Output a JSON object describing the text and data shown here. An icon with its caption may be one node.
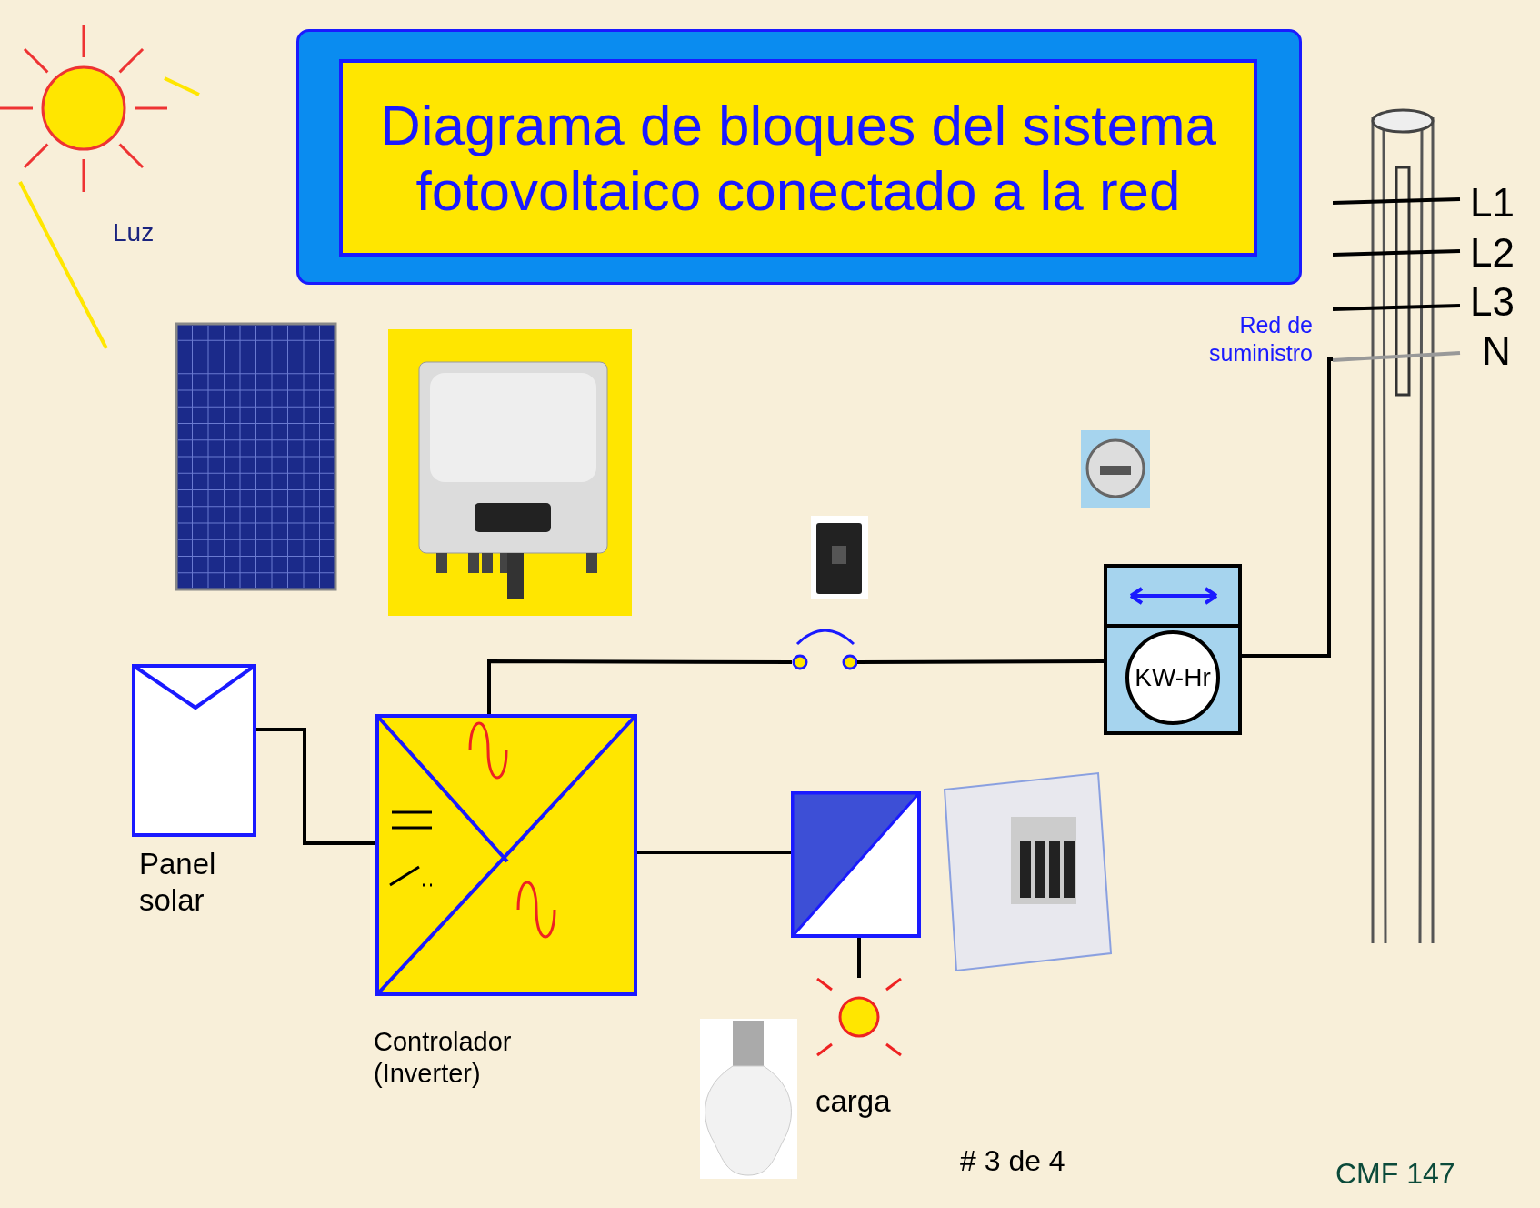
{
  "diagram": {
    "nodes": [
      {
        "text": [
          "Diagrama de bloques del sistema fotovoltaico conectado a la red"
        ]
      },
      {
        "text": [
          "Panel solar"
        ]
      },
      {
        "text": [
          "Controlador (Inverter)"
        ]
      },
      {
        "text": [],
        "shape": "picture"
      },
      {
        "text": [
          "KW-Hr"
        ]
      },
      {
        "text": [],
        "shape": "picture",
        "beside": [
          "Red de suministro",
          "L1",
          "L2",
          "L3",
          "N"
        ]
      },
      {
        "text": [],
        "shape": "box"
      },
      {
        "text": [
          "carga"
        ]
      }
    ],
    "edges": [
      {
        "from": 1,
        "to": 2,
        "arrow": "none"
      },
      {
        "from": 2,
        "to": 3,
        "arrow": "none"
      },
      {
        "from": 3,
        "to": 4,
        "arrow": "none"
      },
      {
        "from": 4,
        "to": 5,
        "arrow": "none"
      },
      {
        "from": 2,
        "to": 6,
        "arrow": "none"
      },
      {
        "from": 6,
        "to": 7,
        "arrow": "none"
      }
    ],
    "labels": [
      "Luz",
      "# 3 de 4",
      "CMF 147"
    ]
  }
}
